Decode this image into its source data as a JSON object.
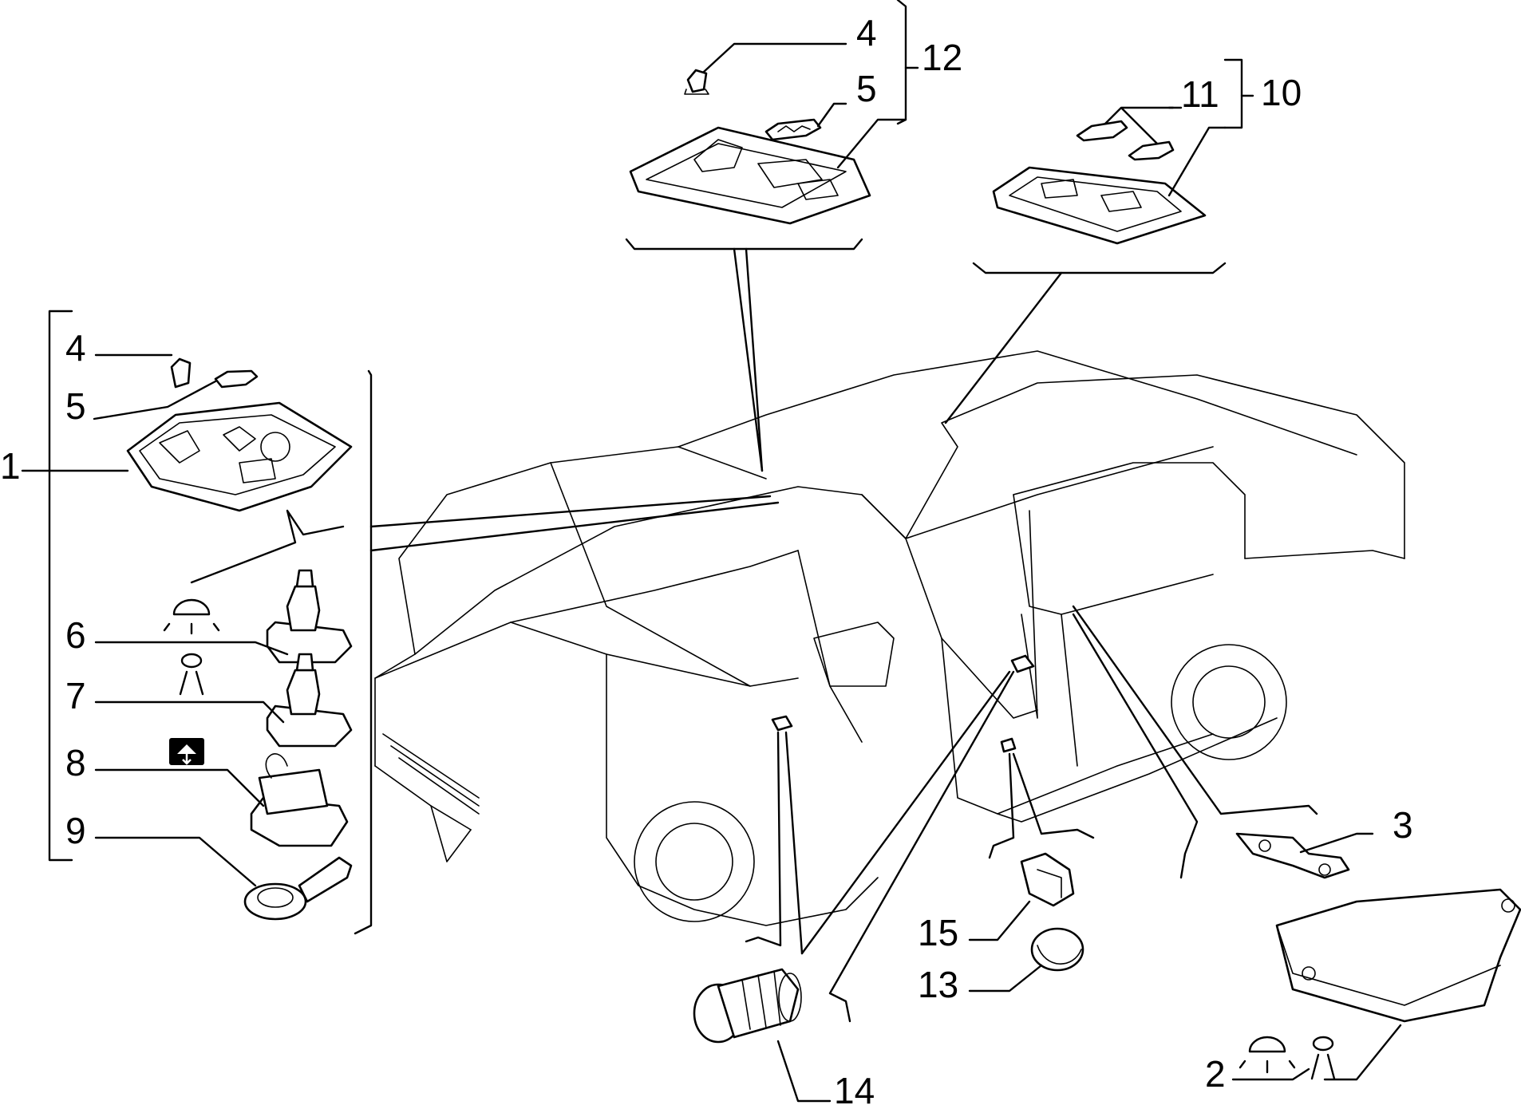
{
  "callouts": {
    "c1": "1",
    "c2": "2",
    "c3": "3",
    "c4_top": "4",
    "c4_left": "4",
    "c5_top": "5",
    "c5_left": "5",
    "c6": "6",
    "c7": "7",
    "c8": "8",
    "c9": "9",
    "c10": "10",
    "c11": "11",
    "c12": "12",
    "c13": "13",
    "c14": "14",
    "c15": "15"
  },
  "icons": [
    "dome-lamp-icon",
    "reading-lamp-icon",
    "door-switch-icon"
  ]
}
